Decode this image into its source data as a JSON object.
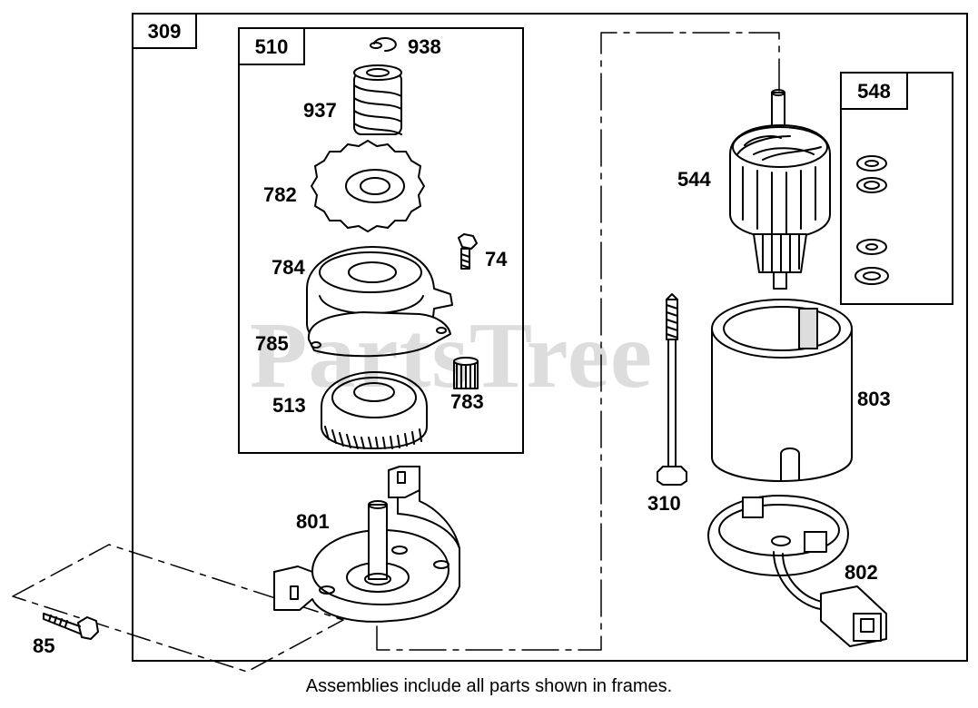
{
  "watermark": "PartsTree",
  "frames": {
    "outer_tag": "309",
    "gear_tag": "510",
    "washer_tag": "548"
  },
  "parts": {
    "p938": "938",
    "p937": "937",
    "p782": "782",
    "p74": "74",
    "p784": "784",
    "p785": "785",
    "p513": "513",
    "p783": "783",
    "p801": "801",
    "p85": "85",
    "p544": "544",
    "p803": "803",
    "p310": "310",
    "p802": "802"
  },
  "footer": "Assemblies include all parts shown in frames."
}
